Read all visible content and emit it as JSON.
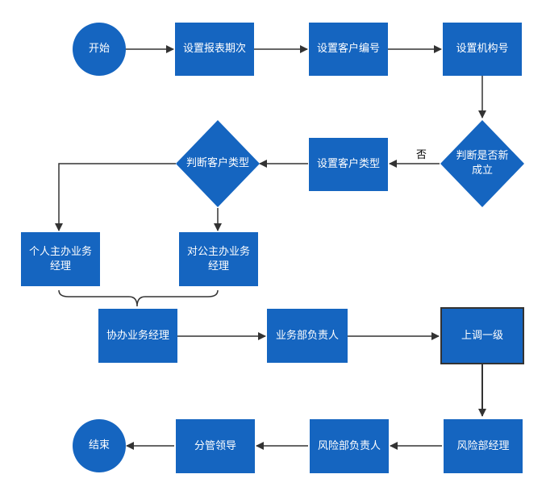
{
  "nodes": {
    "start": "开始",
    "set_report_period": "设置报表期次",
    "set_customer_no": "设置客户编号",
    "set_org_no": "设置机构号",
    "check_new": "判断是否新成立",
    "set_customer_type": "设置客户类型",
    "check_customer_type": "判断客户类型",
    "personal_manager": "个人主办业务经理",
    "corporate_manager": "对公主办业务经理",
    "co_manager": "协办业务经理",
    "business_head": "业务部负责人",
    "escalate": "上调一级",
    "risk_manager": "风险部经理",
    "risk_head": "风险部负责人",
    "branch_leader": "分管领导",
    "end": "结束"
  },
  "edge_labels": {
    "no": "否"
  },
  "colors": {
    "node_fill": "#1565c0",
    "line": "#333333",
    "text": "#ffffff"
  }
}
